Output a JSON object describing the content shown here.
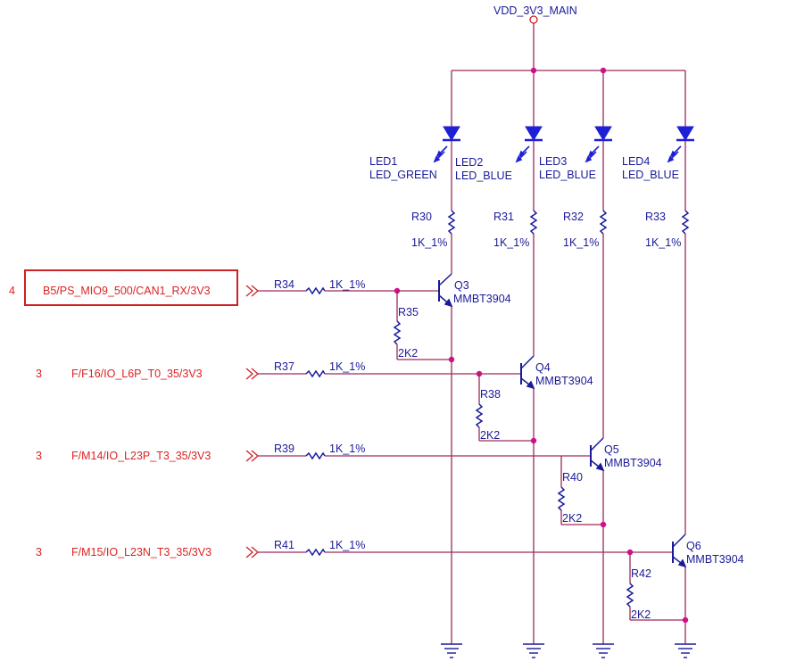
{
  "supply": {
    "name": "VDD_3V3_MAIN"
  },
  "leds": [
    {
      "ref": "LED1",
      "part": "LED_GREEN"
    },
    {
      "ref": "LED2",
      "part": "LED_BLUE"
    },
    {
      "ref": "LED3",
      "part": "LED_BLUE"
    },
    {
      "ref": "LED4",
      "part": "LED_BLUE"
    }
  ],
  "led_resistors": [
    {
      "ref": "R30",
      "value": "1K_1%"
    },
    {
      "ref": "R31",
      "value": "1K_1%"
    },
    {
      "ref": "R32",
      "value": "1K_1%"
    },
    {
      "ref": "R33",
      "value": "1K_1%"
    }
  ],
  "transistors": [
    {
      "ref": "Q3",
      "part": "MMBT3904"
    },
    {
      "ref": "Q4",
      "part": "MMBT3904"
    },
    {
      "ref": "Q5",
      "part": "MMBT3904"
    },
    {
      "ref": "Q6",
      "part": "MMBT3904"
    }
  ],
  "base_resistors": [
    {
      "ref": "R34",
      "value": "1K_1%"
    },
    {
      "ref": "R37",
      "value": "1K_1%"
    },
    {
      "ref": "R39",
      "value": "1K_1%"
    },
    {
      "ref": "R41",
      "value": "1K_1%"
    }
  ],
  "pulldown_resistors": [
    {
      "ref": "R35",
      "value": "2K2"
    },
    {
      "ref": "R38",
      "value": "2K2"
    },
    {
      "ref": "R40",
      "value": "2K2"
    },
    {
      "ref": "R42",
      "value": "2K2"
    }
  ],
  "inputs": [
    {
      "sheet": "4",
      "net": "B5/PS_MIO9_500/CAN1_RX/3V3"
    },
    {
      "sheet": "3",
      "net": "F/F16/IO_L6P_T0_35/3V3"
    },
    {
      "sheet": "3",
      "net": "F/M14/IO_L23P_T3_35/3V3"
    },
    {
      "sheet": "3",
      "net": "F/M15/IO_L23N_T3_35/3V3"
    }
  ],
  "colors": {
    "wire": "#9c2a5b",
    "symbol": "#1a1a99",
    "net_label": "#dd2222",
    "led_fill": "#1f1fd6",
    "junction": "#d10f8a"
  }
}
